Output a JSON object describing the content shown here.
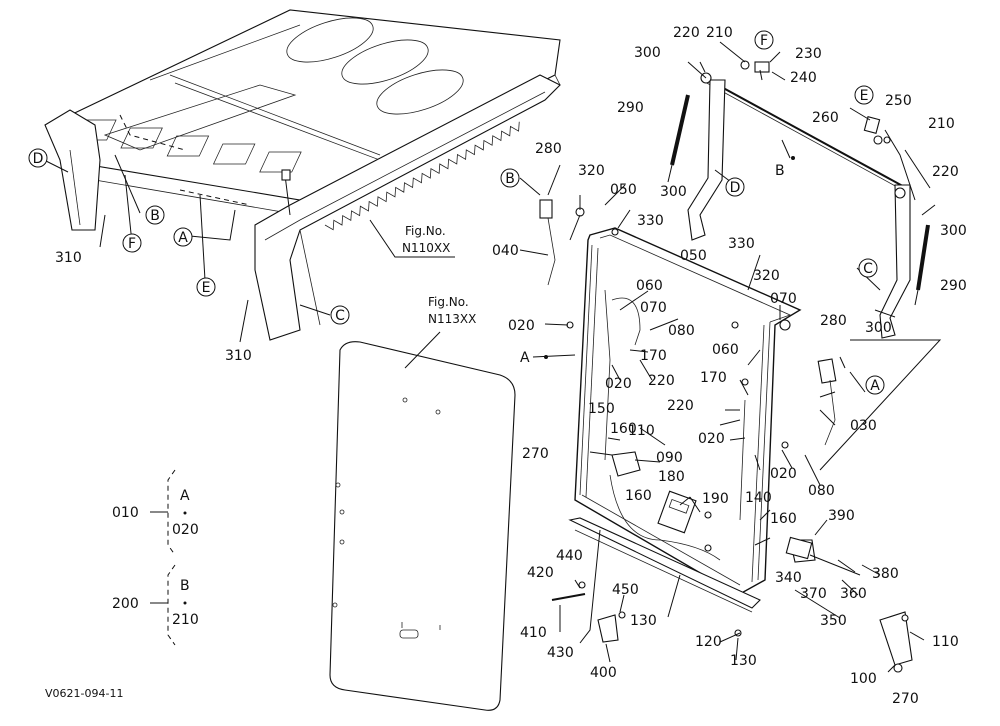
{
  "diagram": {
    "footer_code": "V0621-094-11",
    "fig_refs": [
      {
        "id": "fig-n110xx",
        "line1": "Fig.No.",
        "line2": "N110XX"
      },
      {
        "id": "fig-n113xx",
        "line1": "Fig.No.",
        "line2": "N113XX"
      }
    ],
    "legend": [
      {
        "number": "010",
        "letter": "A",
        "sub": "020"
      },
      {
        "number": "200",
        "letter": "B",
        "sub": "210"
      }
    ],
    "part_labels": [
      {
        "text": "220"
      },
      {
        "text": "210"
      },
      {
        "text": "230"
      },
      {
        "text": "240"
      },
      {
        "text": "300"
      },
      {
        "text": "290"
      },
      {
        "text": "250"
      },
      {
        "text": "260"
      },
      {
        "text": "210"
      },
      {
        "text": "280"
      },
      {
        "text": "320"
      },
      {
        "text": "050"
      },
      {
        "text": "330"
      },
      {
        "text": "300"
      },
      {
        "text": "B"
      },
      {
        "text": "220"
      },
      {
        "text": "300"
      },
      {
        "text": "040"
      },
      {
        "text": "330"
      },
      {
        "text": "050"
      },
      {
        "text": "290"
      },
      {
        "text": "320"
      },
      {
        "text": "070"
      },
      {
        "text": "060"
      },
      {
        "text": "300"
      },
      {
        "text": "070"
      },
      {
        "text": "280"
      },
      {
        "text": "020"
      },
      {
        "text": "080"
      },
      {
        "text": "170"
      },
      {
        "text": "060"
      },
      {
        "text": "020"
      },
      {
        "text": "220"
      },
      {
        "text": "170"
      },
      {
        "text": "150"
      },
      {
        "text": "220"
      },
      {
        "text": "030"
      },
      {
        "text": "160"
      },
      {
        "text": "110"
      },
      {
        "text": "020"
      },
      {
        "text": "270"
      },
      {
        "text": "090"
      },
      {
        "text": "020"
      },
      {
        "text": "180"
      },
      {
        "text": "080"
      },
      {
        "text": "160"
      },
      {
        "text": "190"
      },
      {
        "text": "140"
      },
      {
        "text": "160"
      },
      {
        "text": "390"
      },
      {
        "text": "440"
      },
      {
        "text": "420"
      },
      {
        "text": "340"
      },
      {
        "text": "380"
      },
      {
        "text": "450"
      },
      {
        "text": "370"
      },
      {
        "text": "360"
      },
      {
        "text": "410"
      },
      {
        "text": "130"
      },
      {
        "text": "350"
      },
      {
        "text": "120"
      },
      {
        "text": "110"
      },
      {
        "text": "430"
      },
      {
        "text": "130"
      },
      {
        "text": "400"
      },
      {
        "text": "100"
      },
      {
        "text": "270"
      },
      {
        "text": "310"
      },
      {
        "text": "310"
      }
    ],
    "plain_letters": [
      {
        "text": "A"
      },
      {
        "text": "B"
      }
    ],
    "circled_letters": [
      {
        "text": "D"
      },
      {
        "text": "B"
      },
      {
        "text": "F"
      },
      {
        "text": "A"
      },
      {
        "text": "E"
      },
      {
        "text": "C"
      },
      {
        "text": "F"
      },
      {
        "text": "E"
      },
      {
        "text": "B"
      },
      {
        "text": "D"
      },
      {
        "text": "C"
      },
      {
        "text": "A"
      }
    ]
  }
}
